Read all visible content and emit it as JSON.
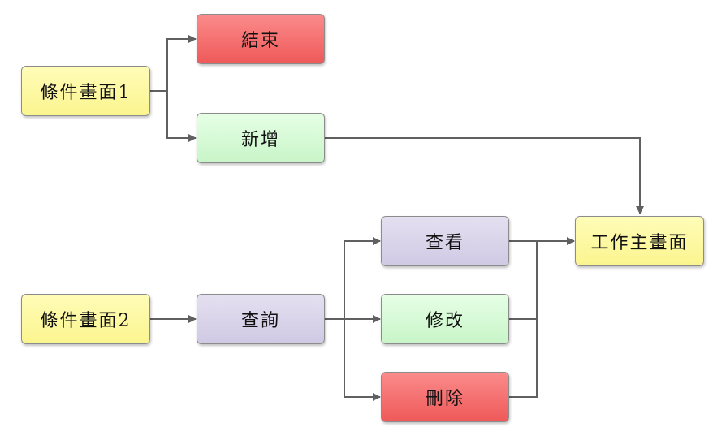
{
  "diagram": {
    "nodes": {
      "condition1": {
        "label": "條件畫面1",
        "color": "#fbf58f"
      },
      "end": {
        "label": "結束",
        "color": "#ef5959"
      },
      "add": {
        "label": "新增",
        "color": "#c8f5c8"
      },
      "condition2": {
        "label": "條件畫面2",
        "color": "#fbf58f"
      },
      "query": {
        "label": "查詢",
        "color": "#d0c9e4"
      },
      "view": {
        "label": "查看",
        "color": "#d0c9e4"
      },
      "edit": {
        "label": "修改",
        "color": "#c8f5c8"
      },
      "delete": {
        "label": "刪除",
        "color": "#ef5959"
      },
      "workspace": {
        "label": "工作主畫面",
        "color": "#fbf58f"
      }
    },
    "edges": [
      {
        "from": "條件畫面1",
        "to": "結束"
      },
      {
        "from": "條件畫面1",
        "to": "新增"
      },
      {
        "from": "新增",
        "to": "工作主畫面"
      },
      {
        "from": "條件畫面2",
        "to": "查詢"
      },
      {
        "from": "查詢",
        "to": "查看"
      },
      {
        "from": "查詢",
        "to": "修改"
      },
      {
        "from": "查詢",
        "to": "刪除"
      },
      {
        "from": "查看",
        "to": "工作主畫面"
      },
      {
        "from": "修改",
        "to": "工作主畫面"
      },
      {
        "from": "刪除",
        "to": "工作主畫面"
      }
    ],
    "connector_color": "#606060"
  }
}
